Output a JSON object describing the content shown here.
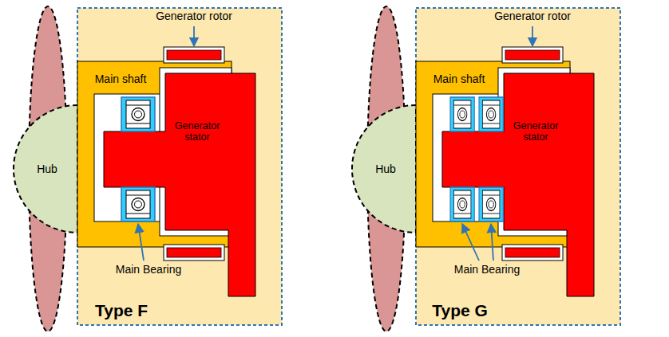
{
  "diagram": {
    "nodes": [
      {
        "text": [
          "Hub"
        ]
      },
      {
        "text": [
          "Main shaft"
        ]
      },
      {
        "text": [
          "Generator stator"
        ]
      },
      {
        "text": [
          "Hub"
        ]
      },
      {
        "text": [
          "Main shaft"
        ]
      },
      {
        "text": [
          "Generator stator"
        ]
      }
    ],
    "labels": [
      "Generator rotor",
      "Main Bearing",
      "Type F",
      "Generator rotor",
      "Main Bearing",
      "Type G"
    ]
  }
}
